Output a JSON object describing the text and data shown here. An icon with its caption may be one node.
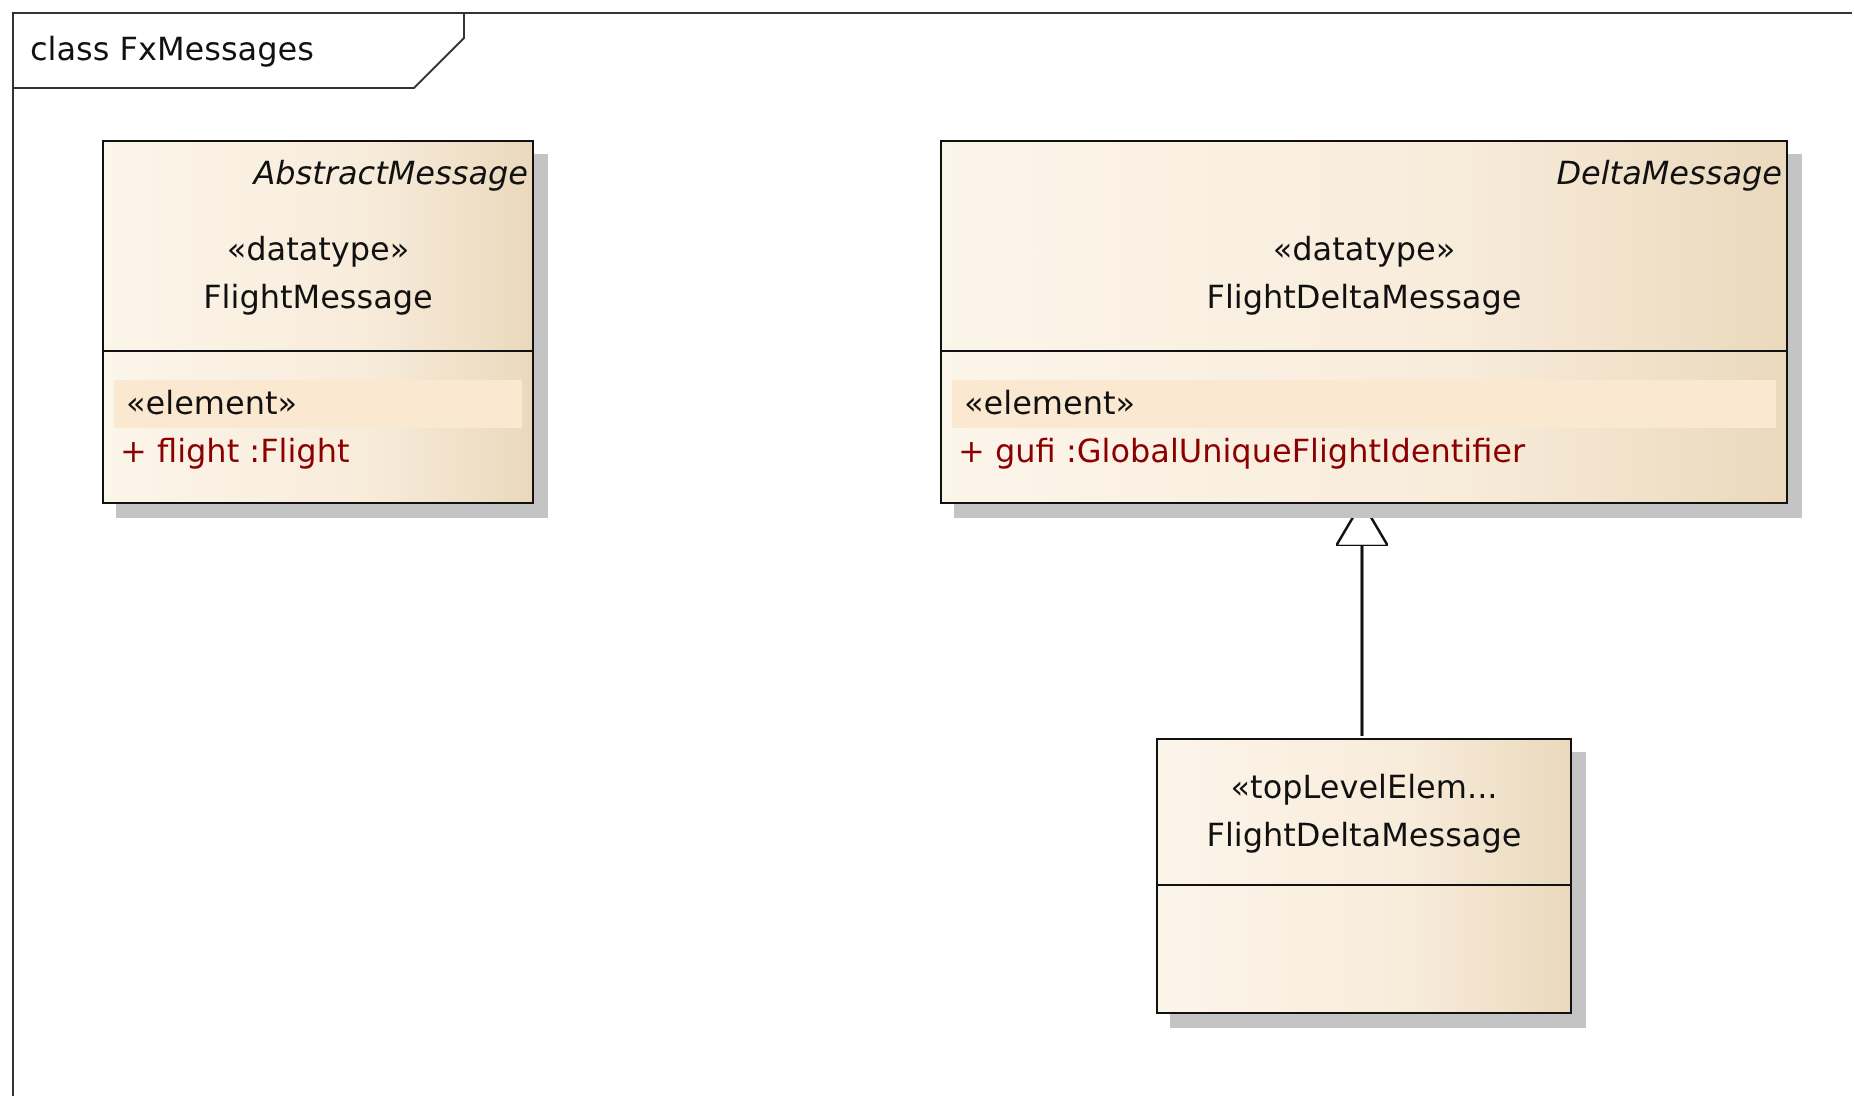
{
  "diagram": {
    "nodes": [
      {
        "text": [
          "class FxMessages"
        ]
      },
      {
        "text": [
          "AbstractMessage",
          "«datatype»",
          "FlightMessage",
          "«element»",
          "+ flight :Flight"
        ],
        "in": 0
      },
      {
        "text": [
          "DeltaMessage",
          "«datatype»",
          "FlightDeltaMessage",
          "«element»",
          "+ gufi :GlobalUniqueFlightIdentifier"
        ],
        "in": 0
      },
      {
        "text": [
          "«topLevelElem...",
          "FlightDeltaMessage"
        ],
        "in": 0
      }
    ],
    "edges": [
      {
        "from": 3,
        "to": 2,
        "arrow": "to"
      }
    ]
  }
}
